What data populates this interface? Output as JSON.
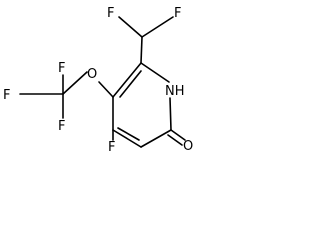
{
  "molecule": {
    "atoms": {
      "F1": "F",
      "F2": "F",
      "F3": "F",
      "F4": "F",
      "F5": "F",
      "F6": "F",
      "O_ether": "O",
      "NH": "NH",
      "O_carbonyl": "O"
    }
  }
}
